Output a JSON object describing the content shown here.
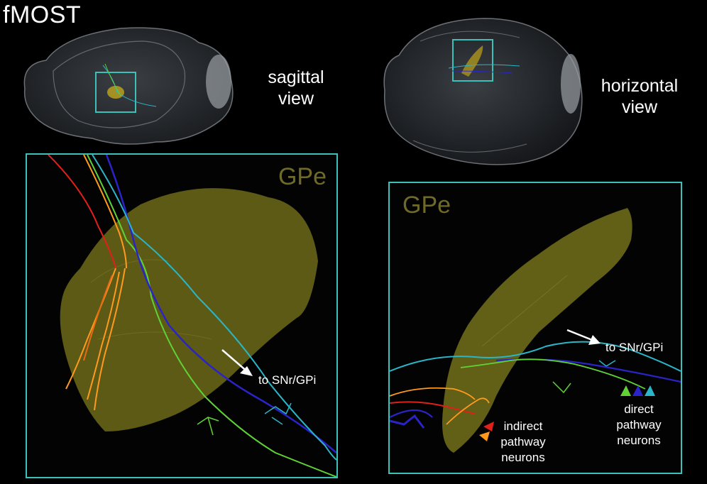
{
  "title": "fMOST",
  "views": {
    "sagittal": {
      "label_line1": "sagittal",
      "label_line2": "view"
    },
    "horizontal": {
      "label_line1": "horizontal",
      "label_line2": "view"
    }
  },
  "panels": {
    "left": {
      "region_label": "GPe",
      "arrow_label": "to SNr/GPi"
    },
    "right": {
      "region_label": "GPe",
      "arrow_label": "to SNr/GPi",
      "indirect_label": [
        "indirect",
        "pathway",
        "neurons"
      ],
      "direct_label": [
        "direct",
        "pathway",
        "neurons"
      ]
    }
  },
  "colors": {
    "frame": "#3cc1b8",
    "gpe_volume": "#7a7418",
    "neuron_red": "#e0201a",
    "neuron_orange": "#ff9a1c",
    "neuron_green": "#5fd336",
    "neuron_blue": "#2a24c8",
    "neuron_cyan": "#2bb5c8"
  }
}
